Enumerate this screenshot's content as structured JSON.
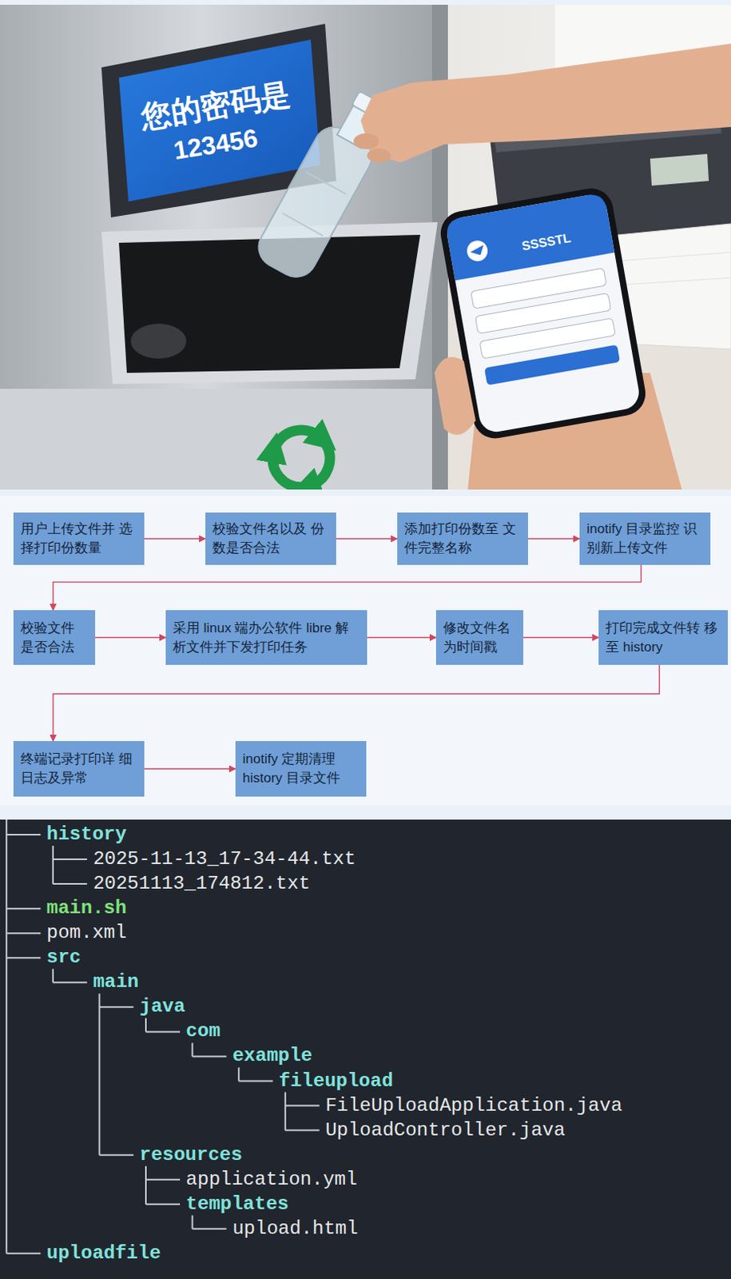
{
  "diagram": {
    "nodes": [
      {
        "text": [
          "用户上传文件并 选择打印份数量"
        ]
      },
      {
        "text": [
          "校验文件名以及 份数是否合法"
        ]
      },
      {
        "text": [
          "添加打印份数至 文件完整名称"
        ]
      },
      {
        "text": [
          "inotify 目录监控 识别新上传文件"
        ]
      },
      {
        "text": [
          "校验文件 是否合法"
        ]
      },
      {
        "text": [
          "采用 linux 端办公软件 libre 解析文件并下发打印任务"
        ]
      },
      {
        "text": [
          "修改文件名 为时间戳"
        ]
      },
      {
        "text": [
          "打印完成文件转 移至 history"
        ]
      },
      {
        "text": [
          "终端记录打印详 细日志及异常"
        ]
      },
      {
        "text": [
          "inotify 定期清理 history 目录文件"
        ]
      }
    ],
    "edges": [
      {
        "from": 0,
        "to": 1,
        "arrow": "to"
      },
      {
        "from": 1,
        "to": 2,
        "arrow": "to"
      },
      {
        "from": 2,
        "to": 3,
        "arrow": "to"
      },
      {
        "from": 3,
        "to": 4,
        "arrow": "to"
      },
      {
        "from": 4,
        "to": 5,
        "arrow": "to"
      },
      {
        "from": 5,
        "to": 6,
        "arrow": "to"
      },
      {
        "from": 6,
        "to": 7,
        "arrow": "to"
      },
      {
        "from": 7,
        "to": 8,
        "arrow": "to"
      },
      {
        "from": 8,
        "to": 9,
        "arrow": "to"
      }
    ],
    "labels": [
      "您的密码是",
      "123456",
      "SSSSTL",
      "history",
      "2025-11-13_17-34-44.txt",
      "20251113_174812.txt",
      "main.sh",
      "pom.xml",
      "src",
      "main",
      "java",
      "com",
      "example",
      "fileupload",
      "FileUploadApplication.java",
      "UploadController.java",
      "resources",
      "application.yml",
      "templates",
      "upload.html",
      "uploadfile"
    ]
  }
}
